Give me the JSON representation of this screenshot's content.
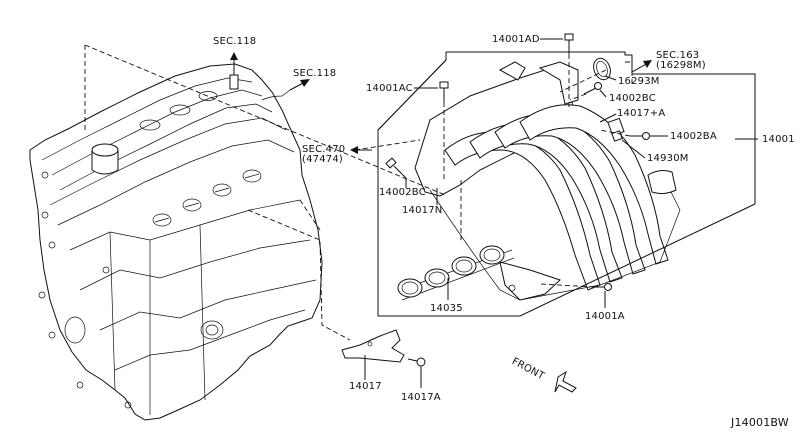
{
  "diagram": {
    "title_code": "J14001BW",
    "direction_label": "FRONT",
    "section_refs": [
      {
        "id": "sec-118-top",
        "text": "SEC.118"
      },
      {
        "id": "sec-118-right",
        "text": "SEC.118"
      },
      {
        "id": "sec-163",
        "line1": "SEC.163",
        "line2": "(16298M)"
      },
      {
        "id": "sec-470",
        "line1": "SEC.470",
        "line2": "(47474)"
      }
    ],
    "part_labels": {
      "p14001AD": "14001AD",
      "p14001AC": "14001AC",
      "p16293M": "16293M",
      "p14002BC_top": "14002BC",
      "p14017A_plus": "14017+A",
      "p14002BA": "14002BA",
      "p14001": "14001",
      "p14930M": "14930M",
      "p14002BC_left": "14002BC",
      "p14017N": "14017N",
      "p14035": "14035",
      "p14001A": "14001A",
      "p14017": "14017",
      "p14017A": "14017A"
    }
  }
}
